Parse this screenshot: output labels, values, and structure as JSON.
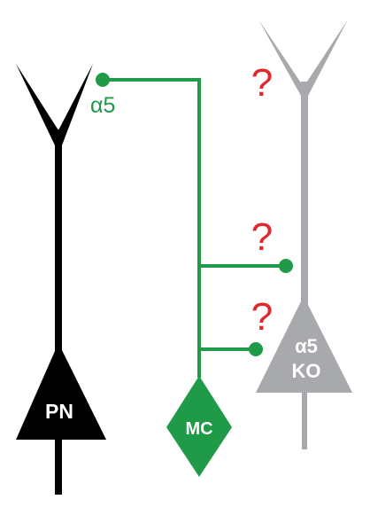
{
  "labels": {
    "pn": "PN",
    "mc": "MC",
    "ko_line1": "α5",
    "ko_line2": "KO",
    "synapse_pn": "α5",
    "question_1": "?",
    "question_2": "?",
    "question_3": "?"
  },
  "colors": {
    "pn_cell": "#000000",
    "mc_cell": "#1f9a48",
    "ko_cell": "#a7a9ac",
    "question": "#e3262b",
    "cell_text": "#ffffff"
  }
}
